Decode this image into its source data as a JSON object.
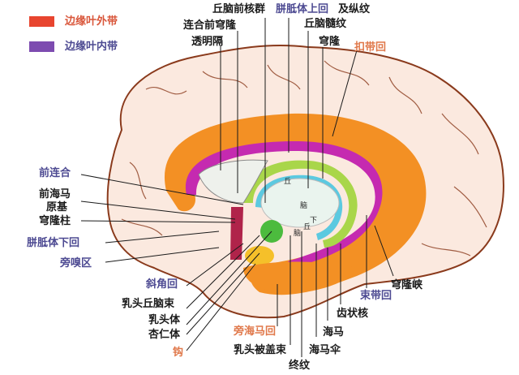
{
  "legend": {
    "items": [
      {
        "label": "边缘叶外带",
        "color": "#e8452f"
      },
      {
        "label": "边缘叶内带",
        "color": "#7d4bb0"
      }
    ]
  },
  "colors": {
    "brain_fill": "#fbe9df",
    "brain_outline": "#8a3a1c",
    "outer_band": "#f39024",
    "inner_band": "#c52ab0",
    "green_band": "#a9d64a",
    "cyan_band": "#5cc9e0",
    "label_dark": "#1a1a1a",
    "label_blue": "#4d4a92",
    "label_orange": "#e0784a"
  },
  "labels": {
    "top": [
      {
        "text": "丘脑前核群",
        "style": "dark"
      },
      {
        "text": "胼胝体上回",
        "style": "blue"
      },
      {
        "text": "及纵纹",
        "style": "dark"
      },
      {
        "text": "连合前穹隆",
        "style": "dark"
      },
      {
        "text": "丘脑髓纹",
        "style": "dark"
      },
      {
        "text": "透明隔",
        "style": "dark"
      },
      {
        "text": "穹隆",
        "style": "dark"
      },
      {
        "text": "扣带回",
        "style": "orange"
      }
    ],
    "left": [
      {
        "text": "前连合",
        "style": "blue"
      },
      {
        "text": "前海马",
        "style": "dark"
      },
      {
        "text": "原基",
        "style": "dark"
      },
      {
        "text": "穹隆柱",
        "style": "dark"
      },
      {
        "text": "胼胝体下回",
        "style": "blue"
      },
      {
        "text": "旁嗅区",
        "style": "blue"
      }
    ],
    "bottom": [
      {
        "text": "斜角回",
        "style": "blue"
      },
      {
        "text": "乳头丘脑束",
        "style": "dark"
      },
      {
        "text": "乳头体",
        "style": "dark"
      },
      {
        "text": "杏仁体",
        "style": "dark"
      },
      {
        "text": "钩",
        "style": "orange"
      },
      {
        "text": "旁海马回",
        "style": "orange"
      },
      {
        "text": "乳头被盖束",
        "style": "dark"
      },
      {
        "text": "终纹",
        "style": "dark"
      },
      {
        "text": "海马伞",
        "style": "dark"
      },
      {
        "text": "海马",
        "style": "dark"
      },
      {
        "text": "齿状核",
        "style": "dark"
      },
      {
        "text": "束带回",
        "style": "blue"
      },
      {
        "text": "穹隆峡",
        "style": "dark"
      }
    ],
    "inner": [
      {
        "text": "丘"
      },
      {
        "text": "脑"
      },
      {
        "text": "下"
      },
      {
        "text": "丘"
      },
      {
        "text": "脑"
      }
    ]
  }
}
